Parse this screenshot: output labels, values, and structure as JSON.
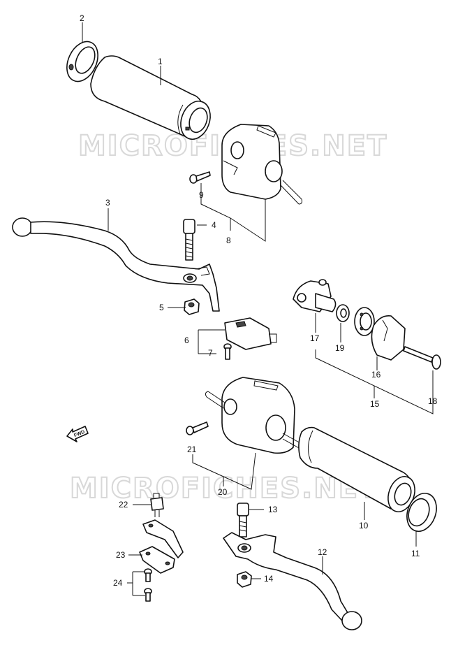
{
  "watermark": "MICROFICHES.NET",
  "fwd_label": "FWD",
  "callouts": [
    {
      "id": "c1",
      "text": "1"
    },
    {
      "id": "c2",
      "text": "2"
    },
    {
      "id": "c3",
      "text": "3"
    },
    {
      "id": "c4",
      "text": "4"
    },
    {
      "id": "c5",
      "text": "5"
    },
    {
      "id": "c6",
      "text": "6"
    },
    {
      "id": "c7",
      "text": "7"
    },
    {
      "id": "c8",
      "text": "8"
    },
    {
      "id": "c9",
      "text": "9"
    },
    {
      "id": "c10",
      "text": "10"
    },
    {
      "id": "c11",
      "text": "11"
    },
    {
      "id": "c12",
      "text": "12"
    },
    {
      "id": "c13",
      "text": "13"
    },
    {
      "id": "c14",
      "text": "14"
    },
    {
      "id": "c15",
      "text": "15"
    },
    {
      "id": "c16",
      "text": "16"
    },
    {
      "id": "c17",
      "text": "17"
    },
    {
      "id": "c18",
      "text": "18"
    },
    {
      "id": "c19",
      "text": "19"
    },
    {
      "id": "c20",
      "text": "20"
    },
    {
      "id": "c21",
      "text": "21"
    },
    {
      "id": "c22",
      "text": "22"
    },
    {
      "id": "c23",
      "text": "23"
    },
    {
      "id": "c24",
      "text": "24"
    }
  ]
}
